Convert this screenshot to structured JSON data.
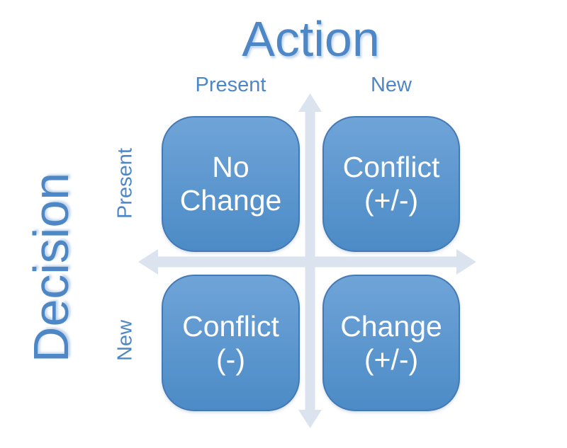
{
  "colors": {
    "accent-text": "#4e87c6",
    "box-top": "#6fa4d8",
    "box-bottom": "#4c8bc6",
    "box-border": "#4579b5",
    "box-text": "#ffffff",
    "arrow": "#dbe3ef"
  },
  "matrix": {
    "x_axis": {
      "title": "Action",
      "labels": [
        "Present",
        "New"
      ]
    },
    "y_axis": {
      "title": "Decision",
      "labels": [
        "Present",
        "New"
      ]
    },
    "quadrants": [
      {
        "name": "no-change",
        "lines": [
          "No",
          "Change"
        ]
      },
      {
        "name": "conflict-plus-minus",
        "lines": [
          "Conflict",
          "(+/-)"
        ]
      },
      {
        "name": "conflict-minus",
        "lines": [
          "Conflict",
          "(-)"
        ]
      },
      {
        "name": "change-plus-minus",
        "lines": [
          "Change",
          "(+/-)"
        ]
      }
    ]
  }
}
